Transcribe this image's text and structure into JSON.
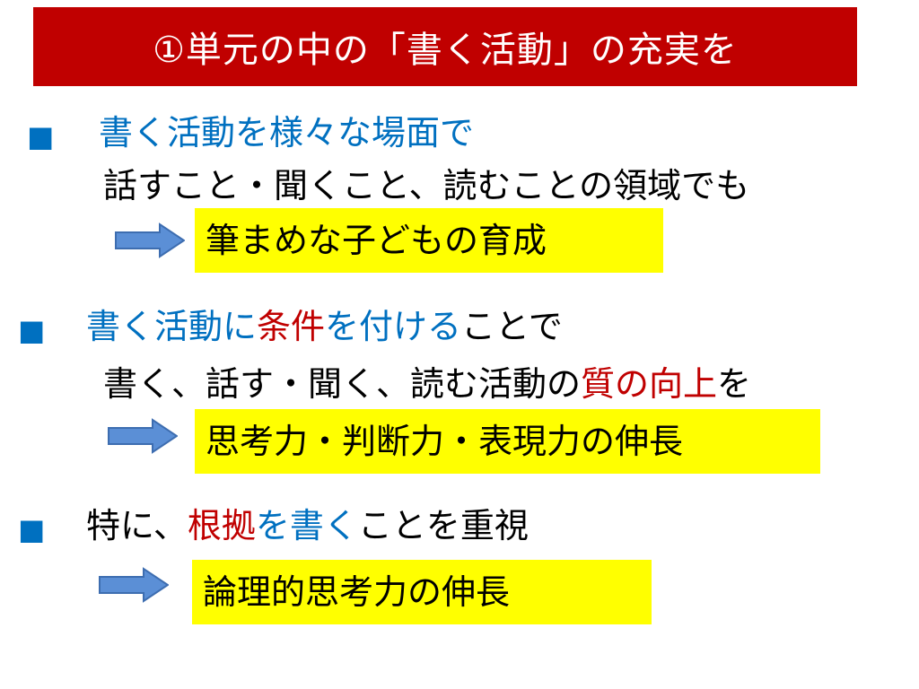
{
  "title": "①単元の中の「書く活動」の充実を",
  "colors": {
    "title_bg": "#c00000",
    "blue": "#0070c0",
    "red": "#c00000",
    "highlight": "#ffff00",
    "arrow_fill": "#5b8fd6",
    "arrow_stroke": "#3d6db0"
  },
  "sections": [
    {
      "bullet": "■",
      "heading": [
        "書く活動を様々な場面で"
      ],
      "detail": "話すこと・聞くこと、読むことの領域でも",
      "result": "筆まめな子どもの育成",
      "arrow_icon": "right-arrow-icon"
    },
    {
      "bullet": "■",
      "heading": [
        "書く活動に",
        "条件",
        "を付ける",
        "ことで"
      ],
      "detail": [
        "書く、話す・聞く、読む活動の",
        "質の向上",
        "を"
      ],
      "result": "思考力・判断力・表現力の伸長",
      "arrow_icon": "right-arrow-icon"
    },
    {
      "bullet": "■",
      "heading": [
        "特に、",
        "根拠",
        "を書く",
        "ことを重視"
      ],
      "result": "論理的思考力の伸長",
      "arrow_icon": "right-arrow-icon"
    }
  ]
}
